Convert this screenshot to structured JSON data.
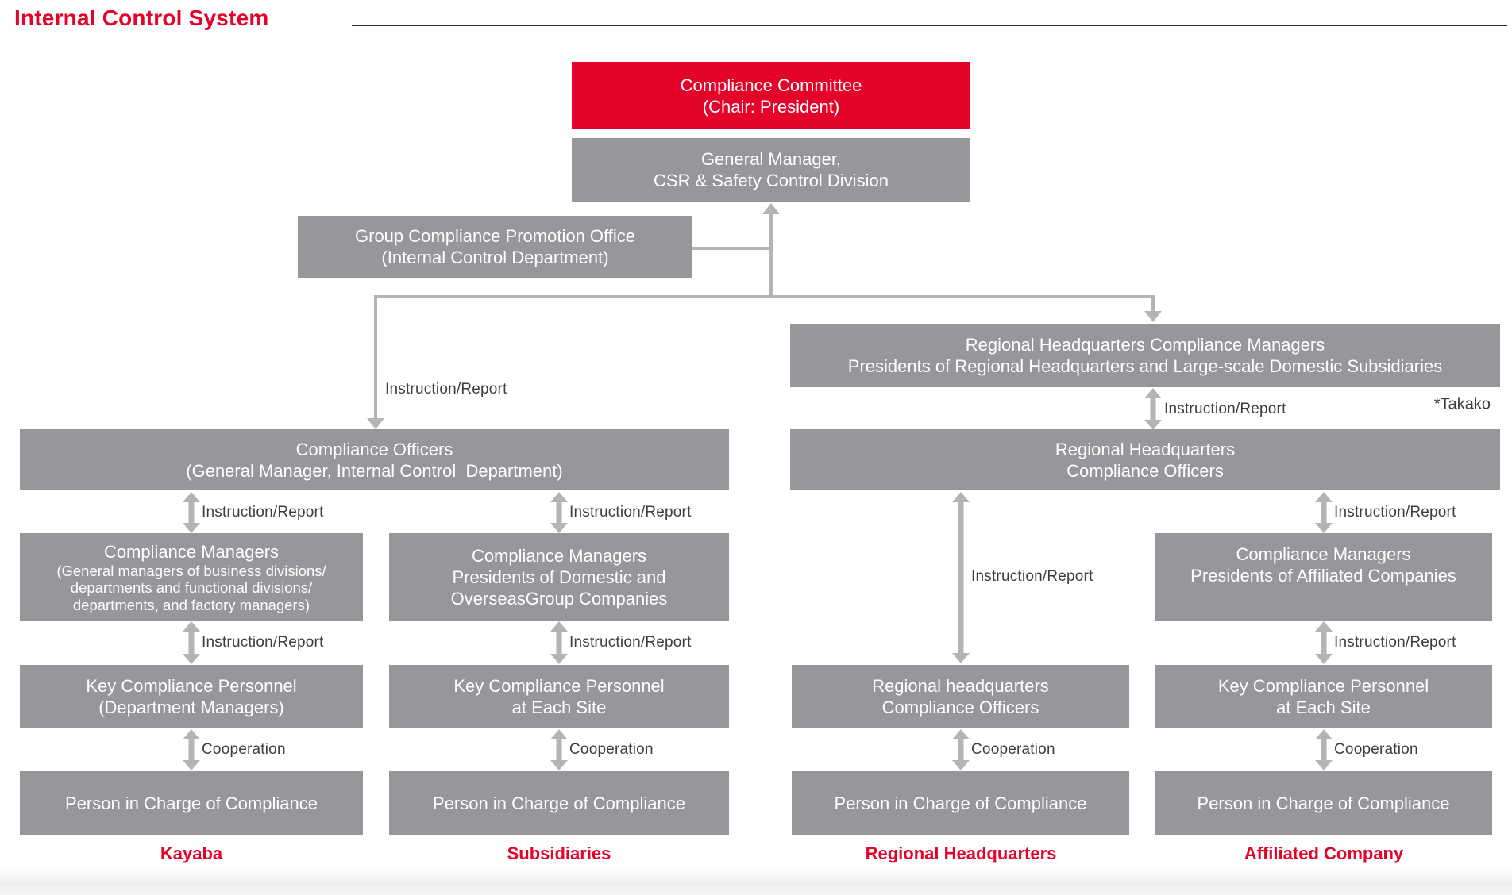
{
  "title": "Internal Control System",
  "colors": {
    "red": "#e40329",
    "gray": "#96979a",
    "arrow": "#b2b4b6",
    "ink": "#3e3e40"
  },
  "boxes": {
    "committee": "Compliance Committee\n(Chair: President)",
    "general_manager": "General Manager,\nCSR & Safety Control Division",
    "group_office": "Group Compliance Promotion Office\n(Internal Control Department)",
    "regional_hq_managers": "Regional Headquarters Compliance Managers\nPresidents of Regional Headquarters and Large-scale Domestic Subsidiaries",
    "compliance_officers": "Compliance Officers\n(General Manager, Internal Control  Department)",
    "regional_hq_officers": "Regional Headquarters\nCompliance Officers",
    "kayaba_managers_title": "Compliance Managers",
    "kayaba_managers_sub": "(General managers of business divisions/\ndepartments and functional divisions/\ndepartments, and factory managers)",
    "subsidiaries_managers": "Compliance Managers\nPresidents of Domestic and\nOverseasGroup Companies",
    "affiliated_managers": "Compliance Managers\nPresidents of Affiliated Companies",
    "kayaba_key_personnel": "Key Compliance Personnel\n(Department Managers)",
    "subsidiaries_key_personnel": "Key Compliance Personnel\nat Each Site",
    "regional_site_officers": "Regional headquarters\nCompliance Officers",
    "affiliated_key_personnel": "Key Compliance Personnel\nat Each Site",
    "person_in_charge": "Person in Charge of Compliance"
  },
  "labels": {
    "instruction_report": "Instruction/Report",
    "cooperation": "Cooperation",
    "takako_note": "*Takako"
  },
  "column_labels": [
    "Kayaba",
    "Subsidiaries",
    "Regional Headquarters",
    "Affiliated Company"
  ]
}
